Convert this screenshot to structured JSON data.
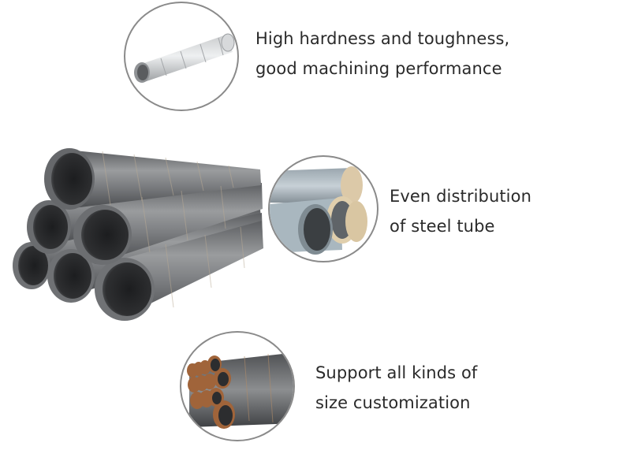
{
  "features": [
    {
      "line1": "High hardness and toughness,",
      "line2": "good machining performance",
      "icon": "single-pipe-icon"
    },
    {
      "line1": "Even distribution",
      "line2": "of steel tube",
      "icon": "pipe-ends-icon"
    },
    {
      "line1": "Support all kinds of",
      "line2": "size customization",
      "icon": "pipe-stack-icon"
    }
  ],
  "colors": {
    "text": "#2a2a2a",
    "circle_border": "#8a8a8a",
    "steel_dark": "#3d3f42",
    "steel_mid": "#7b7d80",
    "steel_light": "#b9bcbf",
    "rust": "#a0643a"
  }
}
